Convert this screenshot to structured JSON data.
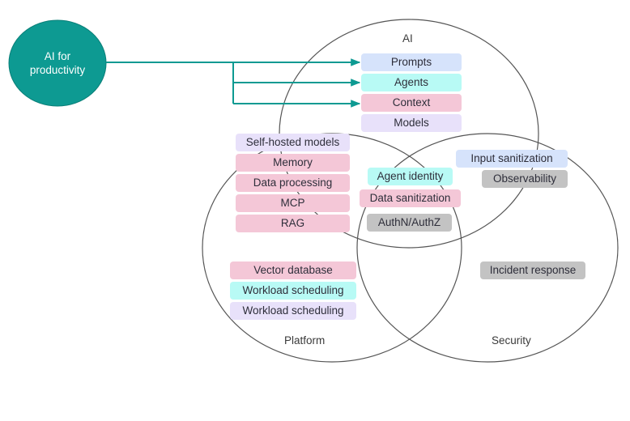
{
  "hub": {
    "label": "AI for\nproductivity",
    "color": "#0d9a92"
  },
  "circles": {
    "ai": {
      "label": "AI"
    },
    "platform": {
      "label": "Platform"
    },
    "security": {
      "label": "Security"
    }
  },
  "colors": {
    "blue": "#d6e3fb",
    "cyan": "#b8faf5",
    "pink": "#f4c7d7",
    "lavender": "#e8e1fa",
    "gray": "#c3c3c3",
    "connector": "#0d9a92",
    "circle_stroke": "#555555"
  },
  "ai_items": [
    {
      "label": "Prompts",
      "color": "blue",
      "connected": true
    },
    {
      "label": "Agents",
      "color": "cyan",
      "connected": true
    },
    {
      "label": "Context",
      "color": "pink",
      "connected": true
    },
    {
      "label": "Models",
      "color": "lavender",
      "connected": false
    }
  ],
  "ai_platform_items": [
    {
      "label": "Self-hosted models",
      "color": "lavender"
    },
    {
      "label": "Memory",
      "color": "pink"
    },
    {
      "label": "Data processing",
      "color": "pink"
    },
    {
      "label": "MCP",
      "color": "pink"
    },
    {
      "label": "RAG",
      "color": "pink"
    }
  ],
  "center_items": [
    {
      "label": "Agent identity",
      "color": "cyan"
    },
    {
      "label": "Data sanitization",
      "color": "pink"
    },
    {
      "label": "AuthN/AuthZ",
      "color": "gray"
    }
  ],
  "ai_security_items": [
    {
      "label": "Input sanitization",
      "color": "blue"
    },
    {
      "label": "Observability",
      "color": "gray"
    }
  ],
  "platform_items": [
    {
      "label": "Vector database",
      "color": "pink"
    },
    {
      "label": "Workload scheduling",
      "color": "cyan"
    },
    {
      "label": "Workload scheduling",
      "color": "lavender"
    }
  ],
  "security_items": [
    {
      "label": "Incident response",
      "color": "gray"
    }
  ]
}
